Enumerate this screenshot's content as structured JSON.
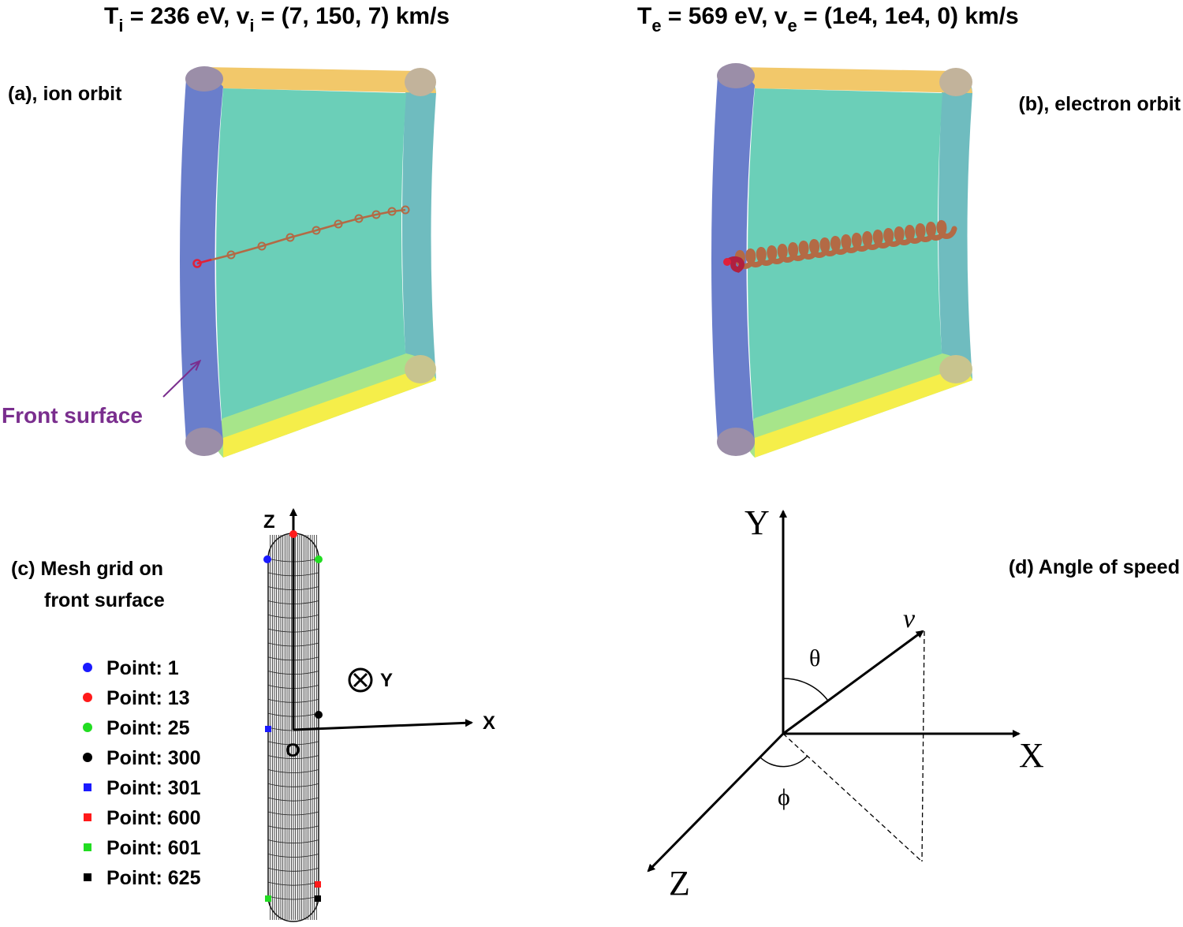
{
  "panel_a": {
    "title_T": "T",
    "title_T_sub": "i",
    "title_mid": " = 236 eV, v",
    "title_v_sub": "i",
    "title_tail": " = (7, 150, 7) km/s",
    "label": "(a), ion orbit",
    "front_surface_label": "Front surface"
  },
  "panel_b": {
    "title_T": "T",
    "title_T_sub": "e",
    "title_mid": " = 569 eV, v",
    "title_v_sub": "e",
    "title_tail": " = (1e4, 1e4, 0) km/s",
    "label": "(b), electron orbit"
  },
  "panel_c": {
    "label_line1": "(c) Mesh grid on",
    "label_line2": "front surface",
    "axis_z": "Z",
    "axis_x": "X",
    "axis_y": "Y",
    "origin": "O",
    "legend": [
      {
        "label": "Point: 1",
        "color": "#1a1aff",
        "marker": "circle"
      },
      {
        "label": "Point: 13",
        "color": "#ff1a1a",
        "marker": "circle"
      },
      {
        "label": "Point: 25",
        "color": "#22dd22",
        "marker": "circle"
      },
      {
        "label": "Point: 300",
        "color": "#000000",
        "marker": "circle"
      },
      {
        "label": "Point: 301",
        "color": "#1a1aff",
        "marker": "square"
      },
      {
        "label": "Point: 600",
        "color": "#ff1a1a",
        "marker": "square"
      },
      {
        "label": "Point: 601",
        "color": "#22dd22",
        "marker": "square"
      },
      {
        "label": "Point: 625",
        "color": "#000000",
        "marker": "square"
      }
    ]
  },
  "panel_d": {
    "label": "(d) Angle of speed",
    "axis_y": "Y",
    "axis_x": "X",
    "axis_z": "Z",
    "vector": "v",
    "theta": "θ",
    "phi": "ϕ"
  },
  "colors": {
    "front_face": "#6a7ecb",
    "body": "#6bcfb8",
    "top_edge": "#f2c86a",
    "bottom_edge": "#f5ee4a",
    "back_face": "#6fbcbf",
    "end_cap": "#9b8ea8",
    "orbit": "#b36a45",
    "orbit_start": "#e0203a",
    "arrow_label": "#7a2e8e"
  }
}
